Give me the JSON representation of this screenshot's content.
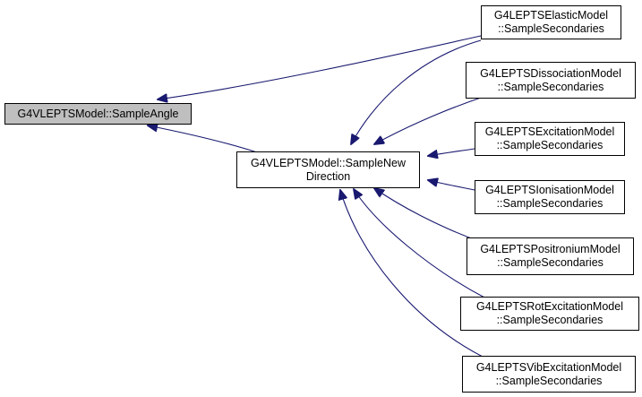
{
  "colors": {
    "edge": "#191970",
    "root_fill": "#bfbfbf",
    "node_fill": "#ffffff",
    "border": "#000000"
  },
  "nodes": {
    "root": {
      "line1": "G4VLEPTSModel::SampleAngle"
    },
    "mid": {
      "line1": "G4VLEPTSModel::SampleNew",
      "line2": "Direction"
    },
    "elastic": {
      "line1": "G4LEPTSElasticModel",
      "line2": "::SampleSecondaries"
    },
    "dissociation": {
      "line1": "G4LEPTSDissociationModel",
      "line2": "::SampleSecondaries"
    },
    "excitation": {
      "line1": "G4LEPTSExcitationModel",
      "line2": "::SampleSecondaries"
    },
    "ionisation": {
      "line1": "G4LEPTSIonisationModel",
      "line2": "::SampleSecondaries"
    },
    "positronium": {
      "line1": "G4LEPTSPositroniumModel",
      "line2": "::SampleSecondaries"
    },
    "rotexcitation": {
      "line1": "G4LEPTSRotExcitationModel",
      "line2": "::SampleSecondaries"
    },
    "vibexcitation": {
      "line1": "G4LEPTSVibExcitationModel",
      "line2": "::SampleSecondaries"
    }
  }
}
